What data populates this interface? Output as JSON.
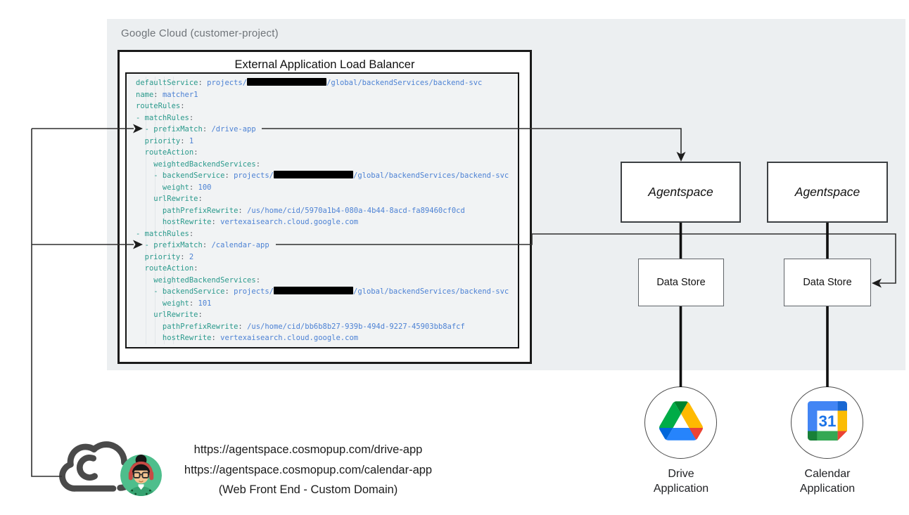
{
  "gcp_region": {
    "label": "Google Cloud (customer-project)",
    "bg_color": "#ECEFF1",
    "label_color": "#6F7479"
  },
  "load_balancer": {
    "title": "External Application Load Balancer"
  },
  "yaml": {
    "colors": {
      "key": "#2b9a8c",
      "value": "#4d82d4",
      "punct": "#5F6368",
      "redaction": "#000000"
    },
    "lines": [
      [
        [
          "k",
          "defaultService"
        ],
        [
          "p",
          ": "
        ],
        [
          "v",
          "projects/"
        ],
        [
          "r",
          ""
        ],
        [
          "v",
          "/global/backendServices/backend-svc"
        ]
      ],
      [
        [
          "k",
          "name"
        ],
        [
          "p",
          ": "
        ],
        [
          "v",
          "matcher1"
        ]
      ],
      [
        [
          "k",
          "routeRules"
        ],
        [
          "p",
          ":"
        ]
      ],
      [
        [
          "k",
          "- matchRules"
        ],
        [
          "p",
          ":"
        ]
      ],
      [
        [
          "k",
          "  - prefixMatch"
        ],
        [
          "p",
          ": "
        ],
        [
          "v",
          "/drive-app"
        ]
      ],
      [
        [
          "k",
          "  priority"
        ],
        [
          "p",
          ": "
        ],
        [
          "v",
          "1"
        ]
      ],
      [
        [
          "k",
          "  routeAction"
        ],
        [
          "p",
          ":"
        ]
      ],
      [
        [
          "k",
          "    weightedBackendServices"
        ],
        [
          "p",
          ":"
        ]
      ],
      [
        [
          "k",
          "    - backendService"
        ],
        [
          "p",
          ": "
        ],
        [
          "v",
          "projects/"
        ],
        [
          "r",
          ""
        ],
        [
          "v",
          "/global/backendServices/backend-svc"
        ]
      ],
      [
        [
          "k",
          "      weight"
        ],
        [
          "p",
          ": "
        ],
        [
          "v",
          "100"
        ]
      ],
      [
        [
          "k",
          "    urlRewrite"
        ],
        [
          "p",
          ":"
        ]
      ],
      [
        [
          "k",
          "      pathPrefixRewrite"
        ],
        [
          "p",
          ": "
        ],
        [
          "v",
          "/us/home/cid/5970a1b4-080a-4b44-8acd-fa89460cf0cd"
        ]
      ],
      [
        [
          "k",
          "      hostRewrite"
        ],
        [
          "p",
          ": "
        ],
        [
          "v",
          "vertexaisearch.cloud.google.com"
        ]
      ],
      [
        [
          "k",
          "- matchRules"
        ],
        [
          "p",
          ":"
        ]
      ],
      [
        [
          "k",
          "  - prefixMatch"
        ],
        [
          "p",
          ": "
        ],
        [
          "v",
          "/calendar-app"
        ]
      ],
      [
        [
          "k",
          "  priority"
        ],
        [
          "p",
          ": "
        ],
        [
          "v",
          "2"
        ]
      ],
      [
        [
          "k",
          "  routeAction"
        ],
        [
          "p",
          ":"
        ]
      ],
      [
        [
          "k",
          "    weightedBackendServices"
        ],
        [
          "p",
          ":"
        ]
      ],
      [
        [
          "k",
          "    - backendService"
        ],
        [
          "p",
          ": "
        ],
        [
          "v",
          "projects/"
        ],
        [
          "r",
          ""
        ],
        [
          "v",
          "/global/backendServices/backend-svc"
        ]
      ],
      [
        [
          "k",
          "      weight"
        ],
        [
          "p",
          ": "
        ],
        [
          "v",
          "101"
        ]
      ],
      [
        [
          "k",
          "    urlRewrite"
        ],
        [
          "p",
          ":"
        ]
      ],
      [
        [
          "k",
          "      pathPrefixRewrite"
        ],
        [
          "p",
          ": "
        ],
        [
          "v",
          "/us/home/cid/bb6b8b27-939b-494d-9227-45903bb8afcf"
        ]
      ],
      [
        [
          "k",
          "      hostRewrite"
        ],
        [
          "p",
          ": "
        ],
        [
          "v",
          "vertexaisearch.cloud.google.com"
        ]
      ]
    ]
  },
  "agentspace_boxes": [
    {
      "label": "Agentspace"
    },
    {
      "label": "Agentspace"
    }
  ],
  "data_stores": [
    {
      "label": "Data Store"
    },
    {
      "label": "Data Store"
    }
  ],
  "apps": [
    {
      "label_line1": "Drive",
      "label_line2": "Application",
      "icon": "google-drive-icon"
    },
    {
      "label_line1": "Calendar",
      "label_line2": "Application",
      "icon": "google-calendar-icon",
      "day": "31"
    }
  ],
  "frontend": {
    "url_drive": "https://agentspace.cosmopup.com/drive-app",
    "url_calendar": "https://agentspace.cosmopup.com/calendar-app",
    "caption": "(Web Front End - Custom Domain)",
    "icons": [
      "cloud-icon",
      "user-avatar-icon"
    ]
  },
  "brand_colors": {
    "blue": "#4285F4",
    "dark_blue": "#1967D2",
    "link_blue": "#1A73E8",
    "green": "#34A853",
    "dark_green": "#188038",
    "yellow": "#FBBC04",
    "red": "#EA4335",
    "drive_blue": "#2684FC",
    "drive_green": "#00AC47",
    "drive_dark_green": "#00832D",
    "drive_yellow": "#FFBA00",
    "drive_left_blue": "#0066DA"
  }
}
